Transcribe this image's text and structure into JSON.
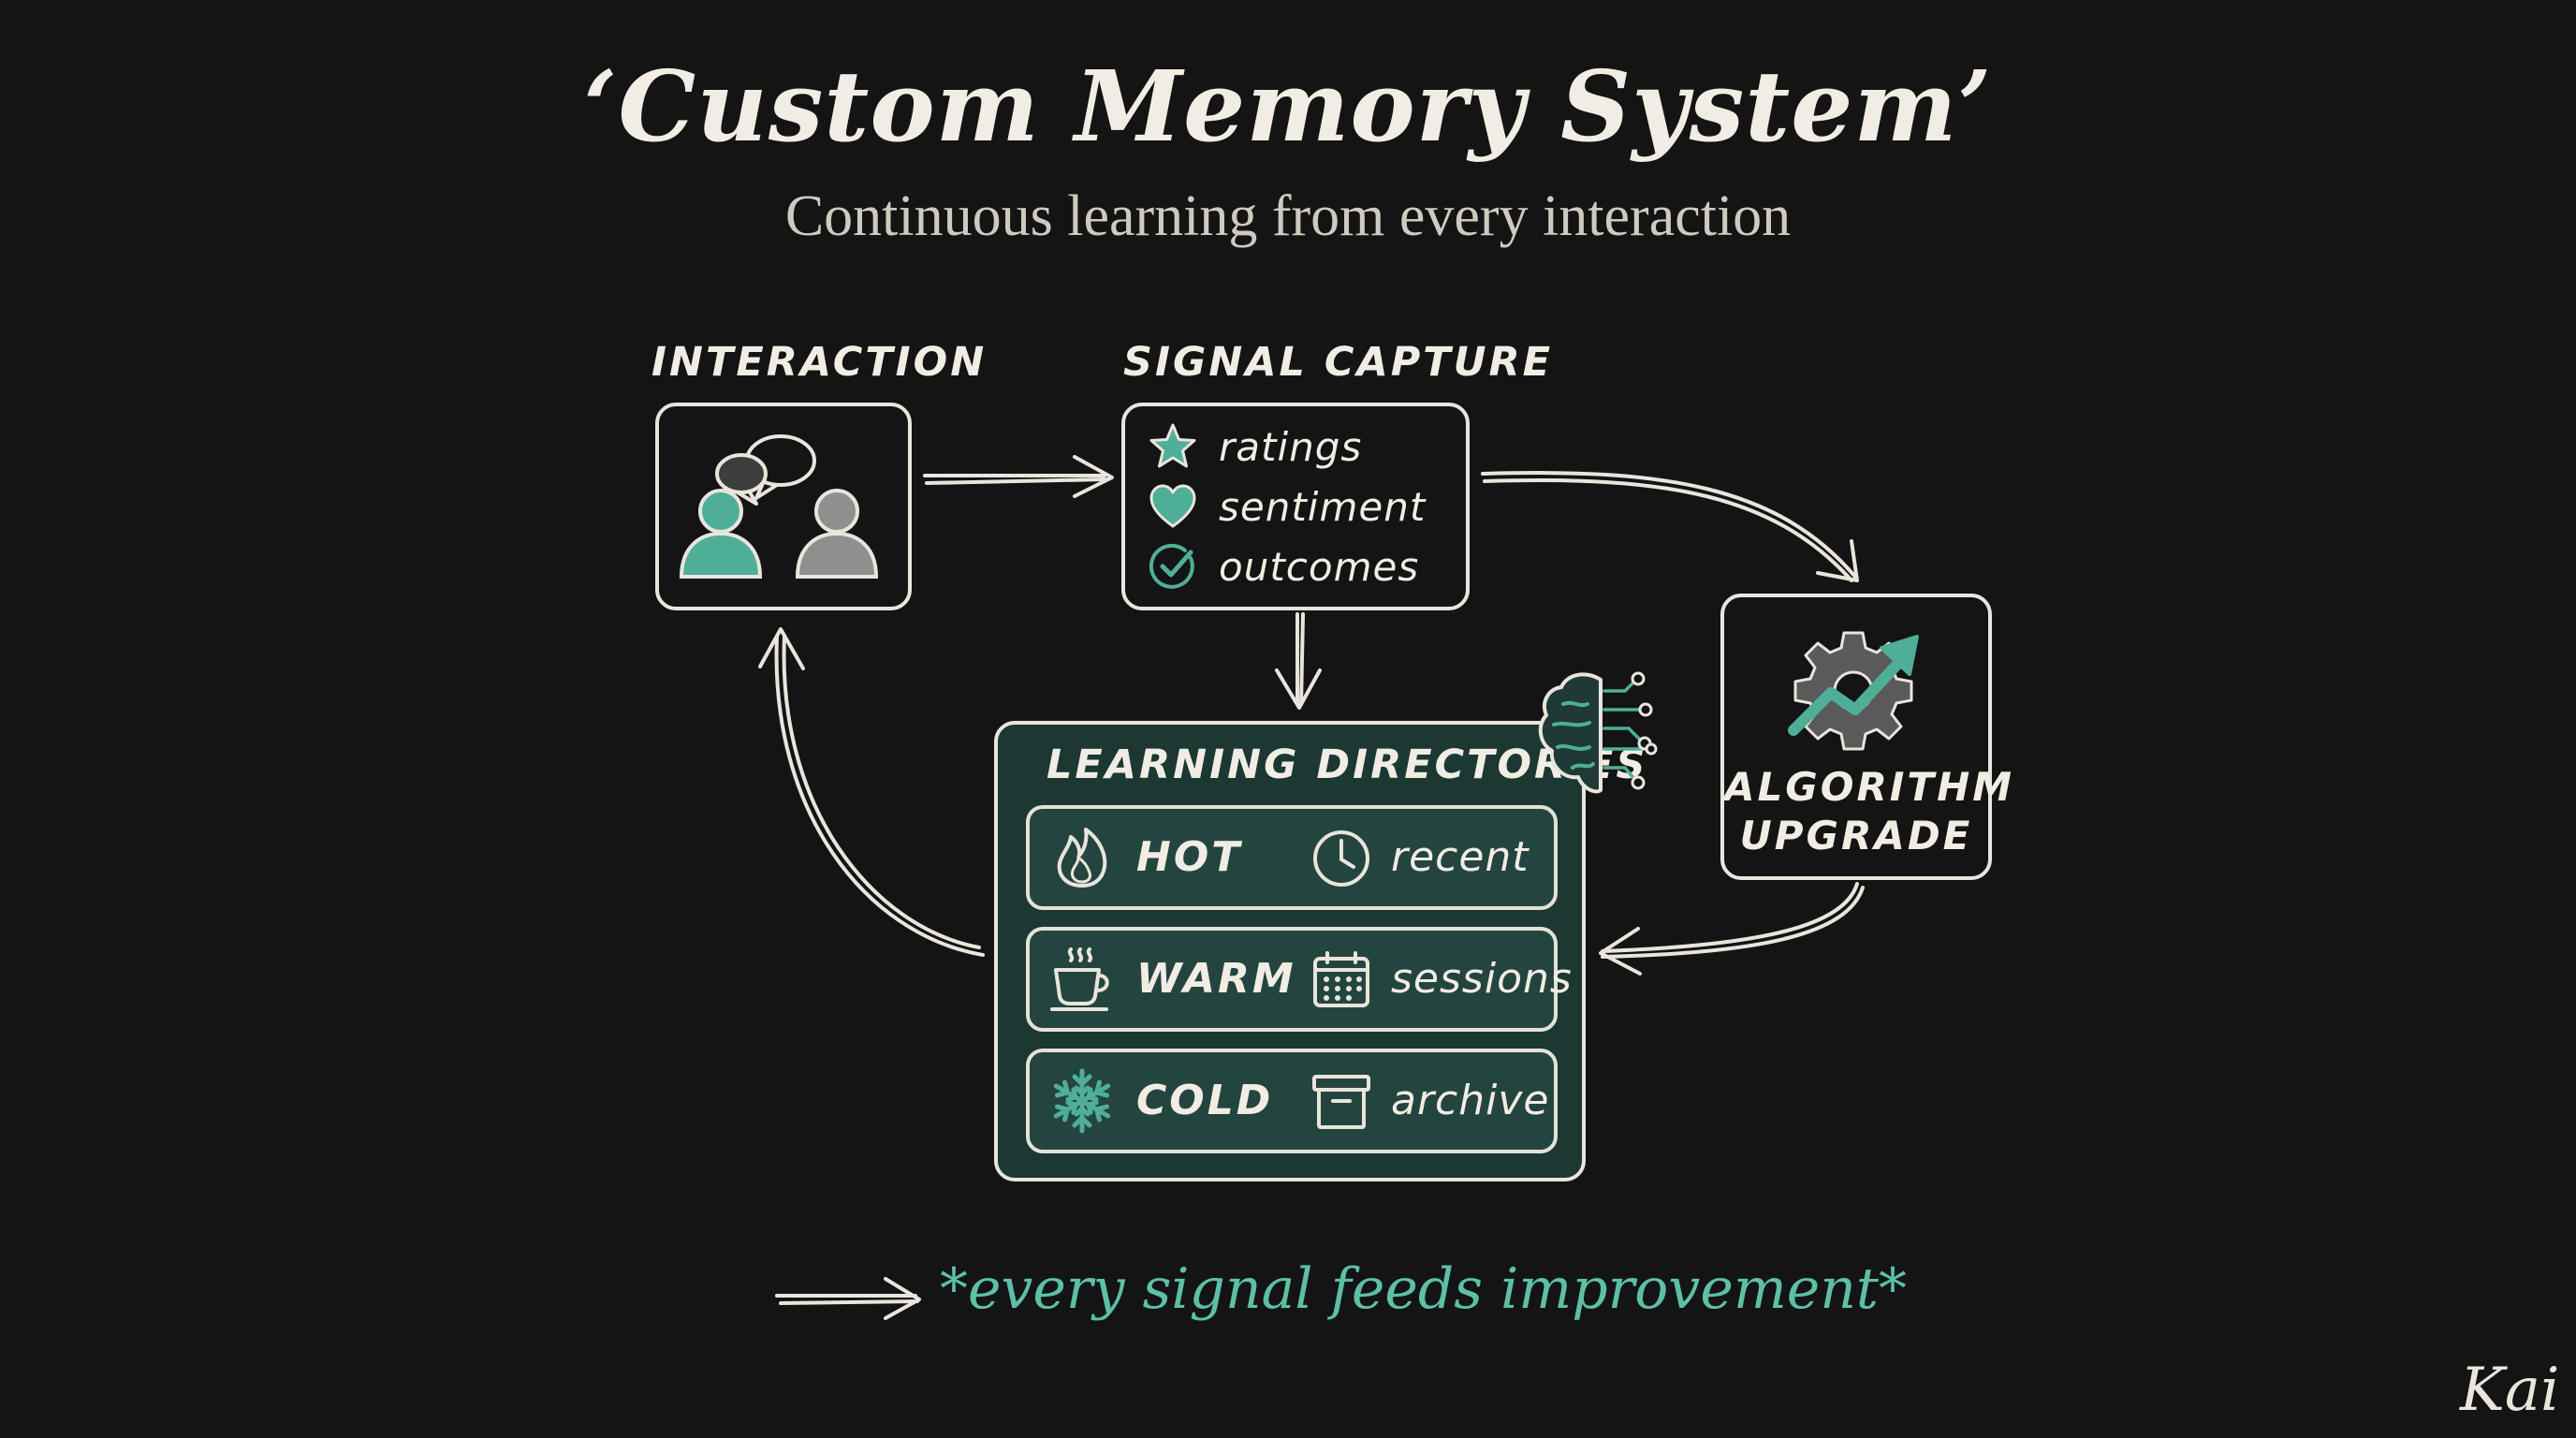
{
  "title": "‘Custom Memory System’",
  "subtitle": "Continuous learning from every interaction",
  "nodes": {
    "interaction": {
      "label": "INTERACTION"
    },
    "signal_capture": {
      "label": "SIGNAL CAPTURE",
      "items": [
        {
          "icon": "star-icon",
          "text": "ratings"
        },
        {
          "icon": "heart-icon",
          "text": "sentiment"
        },
        {
          "icon": "check-circle-icon",
          "text": "outcomes"
        }
      ]
    },
    "learning_directories": {
      "label": "LEARNING DIRECTORIES",
      "tiers": [
        {
          "icon": "flame-icon",
          "name": "HOT",
          "meta_icon": "clock-icon",
          "meta": "recent"
        },
        {
          "icon": "coffee-cup-icon",
          "name": "WARM",
          "meta_icon": "calendar-icon",
          "meta": "sessions"
        },
        {
          "icon": "snowflake-icon",
          "name": "COLD",
          "meta_icon": "archive-box-icon",
          "meta": "archive"
        }
      ]
    },
    "algorithm_upgrade": {
      "label_line1": "ALGORITHM",
      "label_line2": "UPGRADE"
    }
  },
  "footer": "*every signal feeds improvement*",
  "signature": "Kai",
  "colors": {
    "background": "#141414",
    "chalk": "#ece8df",
    "teal": "#4fae98",
    "panel": "#1c3833",
    "grey_figure": "#8f8f8f"
  }
}
